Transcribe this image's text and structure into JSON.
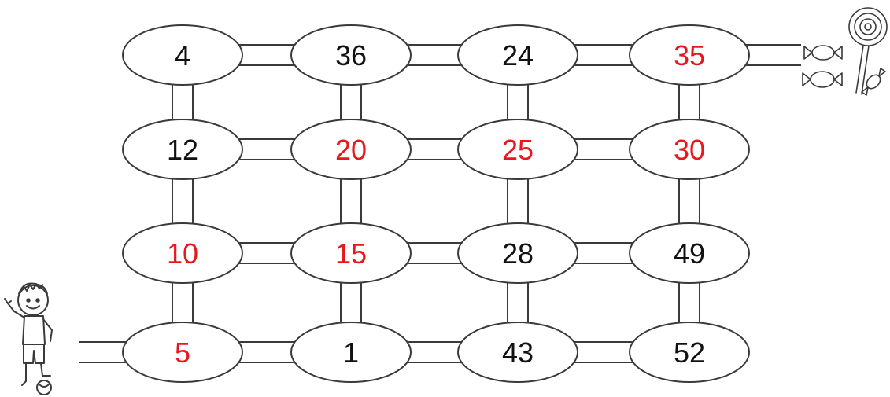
{
  "colors": {
    "stroke": "#3a3a3a",
    "default_number": "#111111",
    "highlight_number": "#e8171b",
    "background": "#ffffff"
  },
  "maze": {
    "rows": [
      [
        {
          "value": "4",
          "highlight": false
        },
        {
          "value": "36",
          "highlight": false
        },
        {
          "value": "24",
          "highlight": false
        },
        {
          "value": "35",
          "highlight": true
        }
      ],
      [
        {
          "value": "12",
          "highlight": false
        },
        {
          "value": "20",
          "highlight": true
        },
        {
          "value": "25",
          "highlight": true
        },
        {
          "value": "30",
          "highlight": true
        }
      ],
      [
        {
          "value": "10",
          "highlight": true
        },
        {
          "value": "15",
          "highlight": true
        },
        {
          "value": "28",
          "highlight": false
        },
        {
          "value": "49",
          "highlight": false
        }
      ],
      [
        {
          "value": "5",
          "highlight": true
        },
        {
          "value": "1",
          "highlight": false
        },
        {
          "value": "43",
          "highlight": false
        },
        {
          "value": "52",
          "highlight": false
        }
      ]
    ]
  },
  "icons": {
    "start": "boy-with-ball-icon",
    "goal": "candy-and-lollipop-icon"
  }
}
